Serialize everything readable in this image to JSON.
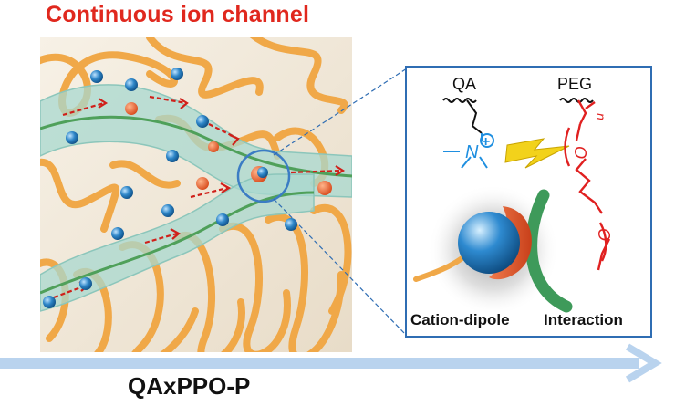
{
  "title": "Continuous ion channel",
  "subtitle": "QAxPPO-P",
  "inset": {
    "qa_label": "QA",
    "peg_label": "PEG",
    "nitrogen_label": "N",
    "plus_sign": "+",
    "oxygen_label": "O",
    "n_label": "n",
    "caption_left": "Cation-dipole",
    "caption_right": "Interaction"
  },
  "colors": {
    "title": "#e0281e",
    "frame": "#2f6db3",
    "fiber": "#f0a848",
    "channel": "#a8d8cf",
    "cation": "#2e86c8",
    "peg": "#e02020",
    "qa": "#1f8fe0",
    "bolt": "#f2d21b",
    "arrow": "#b9d3ee"
  }
}
